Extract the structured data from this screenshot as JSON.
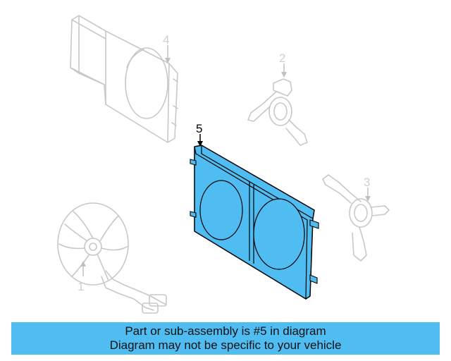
{
  "callouts": {
    "part1": "1",
    "part2": "2",
    "part3": "3",
    "part4": "4",
    "part5": "5"
  },
  "highlight_color": "#4fbdf2",
  "banner": {
    "line1": "Part or sub-assembly is #5 in diagram",
    "line2": "Diagram may not be specific to your vehicle"
  }
}
